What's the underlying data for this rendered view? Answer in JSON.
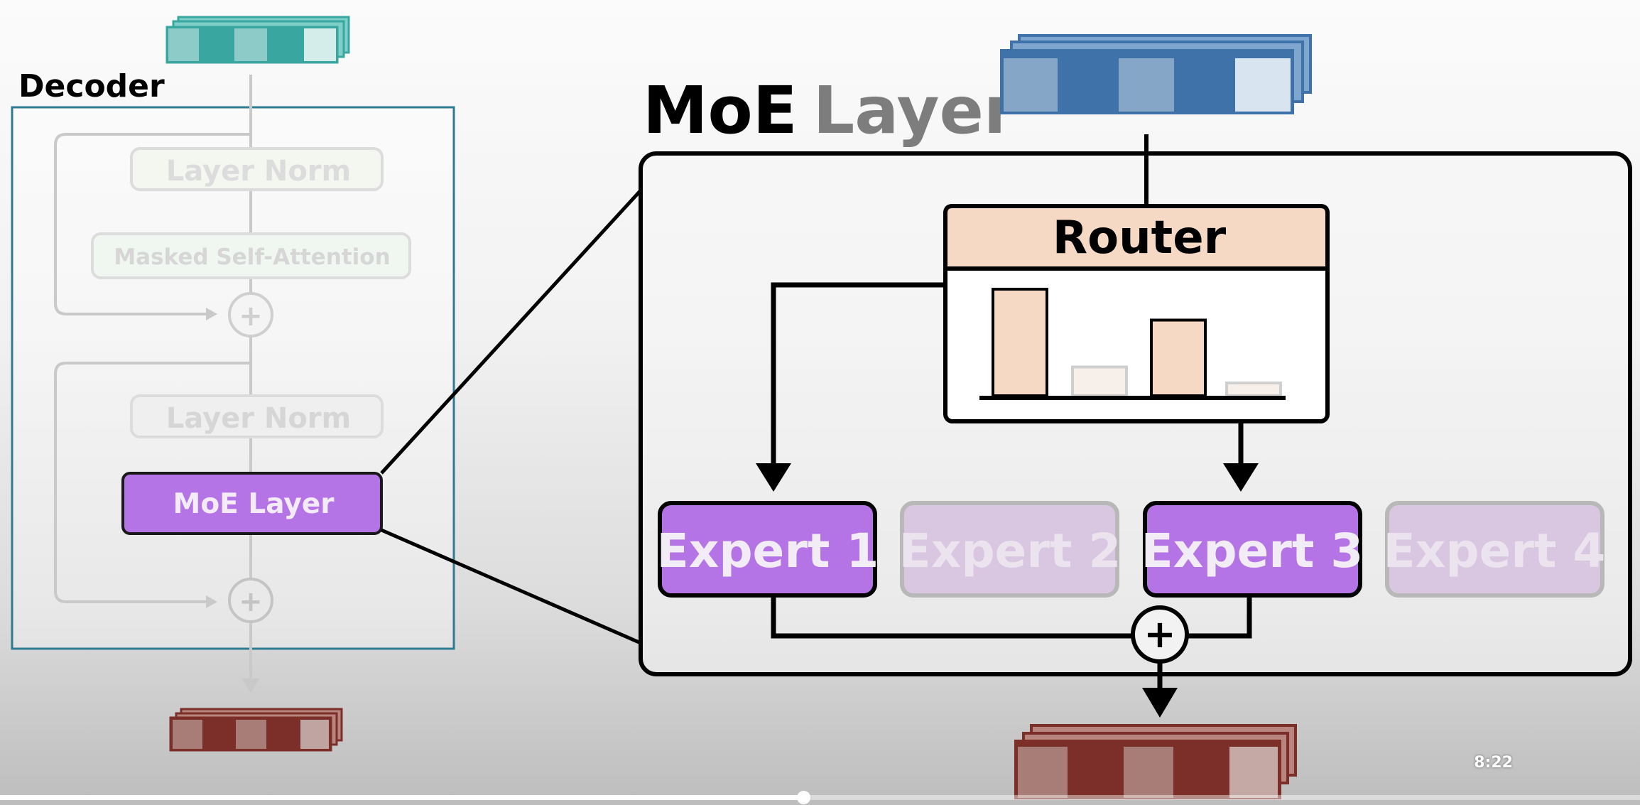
{
  "decoder": {
    "title": "Decoder",
    "layer_norm_1": "Layer Norm",
    "attention": "Masked Self-Attention",
    "layer_norm_2": "Layer Norm",
    "moe_block": "MoE Layer",
    "plus_symbol": "+"
  },
  "moe": {
    "title_part1": "MoE",
    "title_part2": "Layer",
    "router_label": "Router",
    "router_chart": {
      "type": "bar",
      "values": [
        1.0,
        0.27,
        0.71,
        0.12
      ],
      "selected": [
        true,
        false,
        true,
        false
      ]
    },
    "experts": [
      {
        "label": "Expert 1",
        "active": true
      },
      {
        "label": "Expert 2",
        "active": false
      },
      {
        "label": "Expert 3",
        "active": true
      },
      {
        "label": "Expert 4",
        "active": false
      }
    ],
    "plus_symbol": "+"
  },
  "colors": {
    "expert_active": "#b574e6",
    "expert_inactive": "#d9c6e0",
    "router_fill": "#f6d9c5",
    "input_token_blue": "#3f72a8",
    "input_token_teal": "#3aa6a0",
    "output_token_red": "#7b2f28",
    "decoder_border": "#2e7b92"
  },
  "video": {
    "time": "8:22",
    "progress": 0.49
  }
}
